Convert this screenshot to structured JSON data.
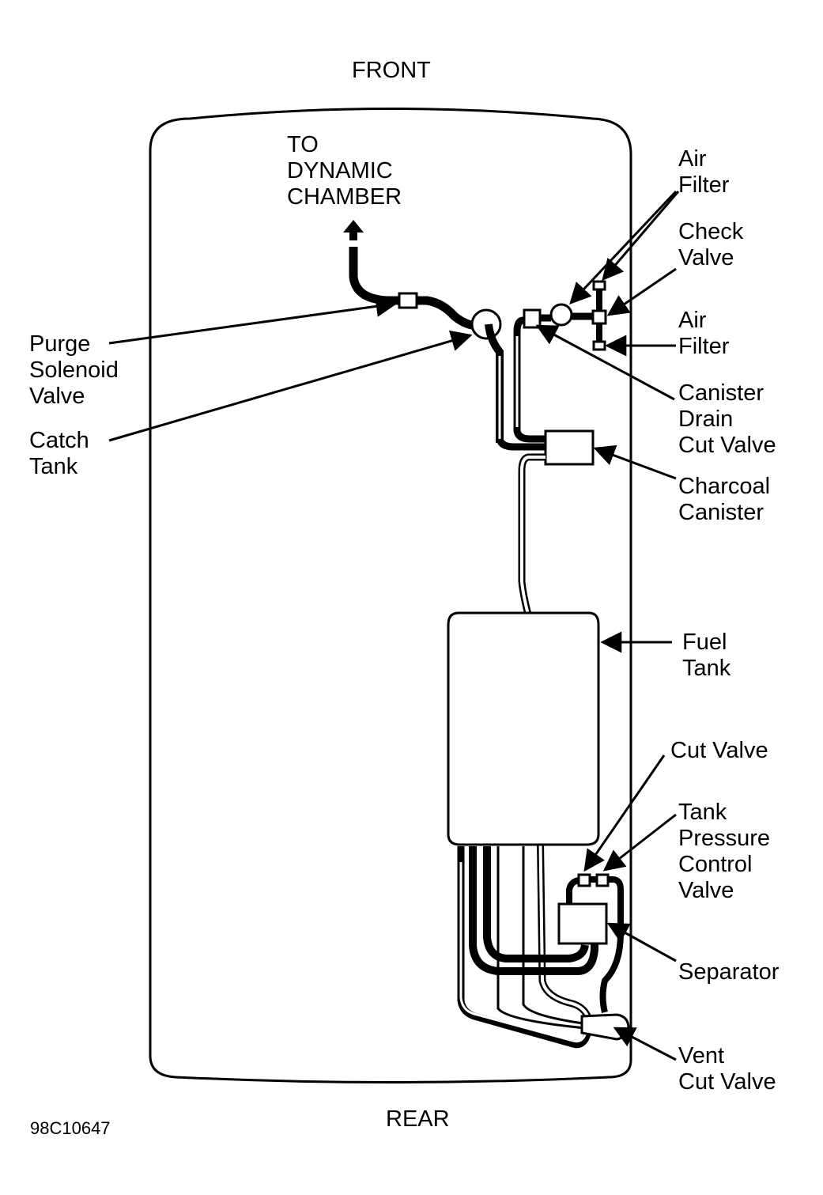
{
  "diagram": {
    "orientation": {
      "top": "FRONT",
      "bottom": "REAR"
    },
    "destination": [
      "TO",
      "DYNAMIC",
      "CHAMBER"
    ],
    "reference_code": "98C10647",
    "labels": {
      "air_filter_top": [
        "Air",
        "Filter"
      ],
      "check_valve": [
        "Check",
        "Valve"
      ],
      "air_filter_bottom": [
        "Air",
        "Filter"
      ],
      "purge_solenoid_valve": [
        "Purge",
        "Solenoid",
        "Valve"
      ],
      "catch_tank": [
        "Catch",
        "Tank"
      ],
      "canister_drain_cut_valve": [
        "Canister",
        "Drain",
        "Cut Valve"
      ],
      "charcoal_canister": [
        "Charcoal",
        "Canister"
      ],
      "fuel_tank": [
        "Fuel",
        "Tank"
      ],
      "cut_valve": [
        "Cut Valve"
      ],
      "tank_pressure_control_valve": [
        "Tank",
        "Pressure",
        "Control",
        "Valve"
      ],
      "separator": [
        "Separator"
      ],
      "vent_cut_valve": [
        "Vent",
        "Cut Valve"
      ]
    }
  }
}
